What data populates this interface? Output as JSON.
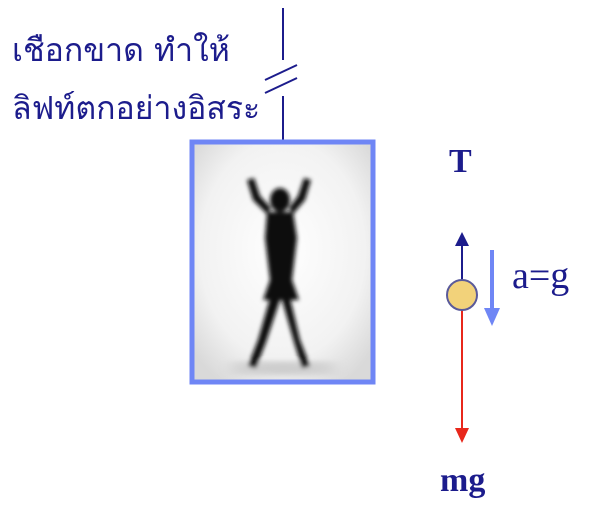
{
  "caption": {
    "line1": "เชือกขาด ทำให้",
    "line2": "ลิฟท์ตกอย่างอิสระ"
  },
  "forces": {
    "tension_label": "T",
    "weight_label": "mg",
    "acceleration_label": "a=g"
  },
  "colors": {
    "text": "#1c1c8c",
    "elevator_frame": "#6f86f5",
    "tension_arrow": "#1c1c8c",
    "weight_arrow": "#e8271b",
    "acceleration_arrow": "#6f86f5",
    "mass_fill": "#f2d27a",
    "mass_stroke": "#5a5a9a"
  },
  "icons": {
    "figure": "person-silhouette-icon"
  }
}
